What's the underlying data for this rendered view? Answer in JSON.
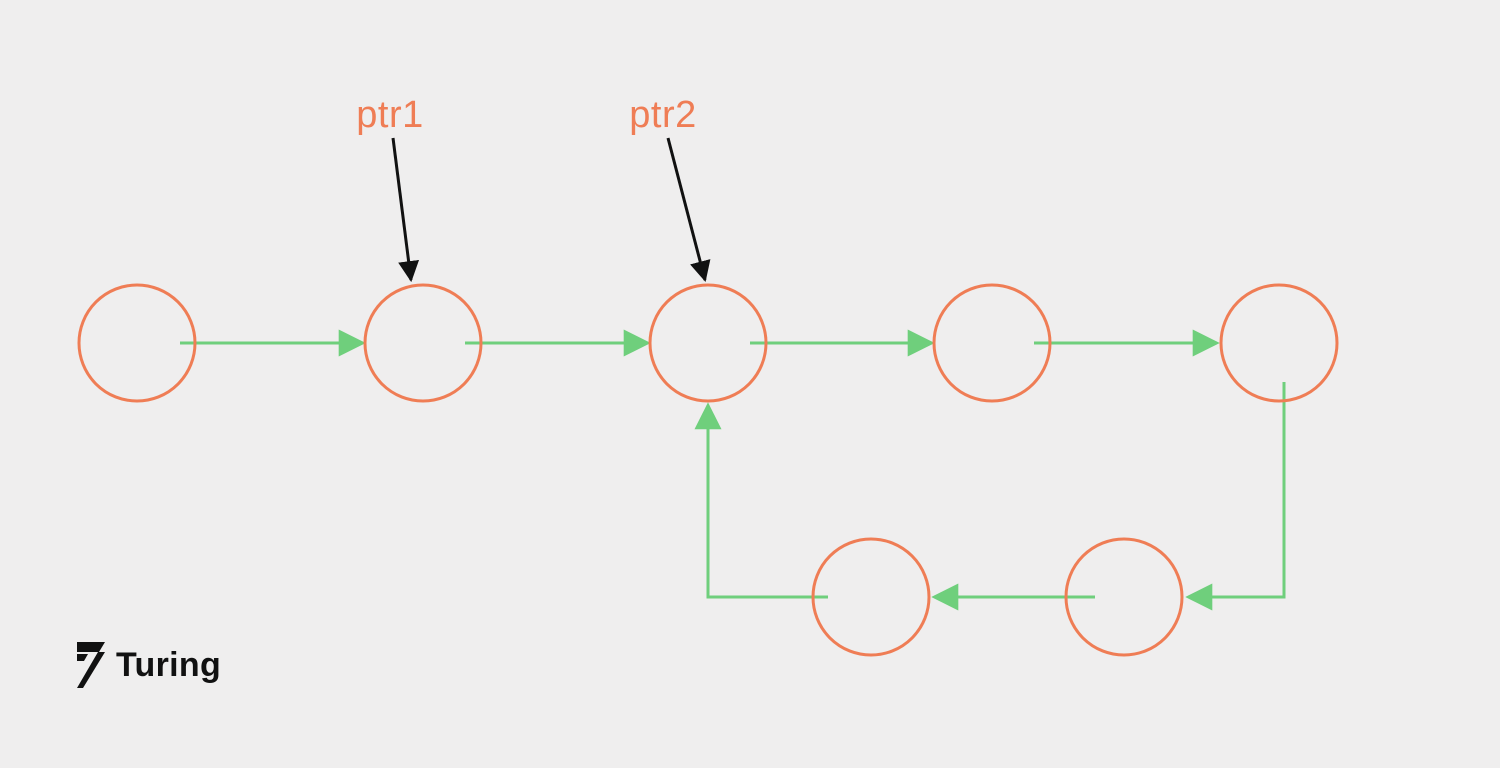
{
  "colors": {
    "background": "#efeeee",
    "node_stroke": "#ef7d55",
    "edge": "#6fcf7c",
    "pointer_arrow": "#111111",
    "pointer_label": "#ef7d55"
  },
  "pointers": [
    {
      "label": "ptr1",
      "target": "node-2"
    },
    {
      "label": "ptr2",
      "target": "node-3"
    }
  ],
  "nodes": [
    "node-1",
    "node-2",
    "node-3",
    "node-4",
    "node-5",
    "node-6",
    "node-7"
  ],
  "edges": [
    {
      "from": "node-1",
      "to": "node-2"
    },
    {
      "from": "node-2",
      "to": "node-3"
    },
    {
      "from": "node-3",
      "to": "node-4"
    },
    {
      "from": "node-4",
      "to": "node-5"
    },
    {
      "from": "node-5",
      "to": "node-6"
    },
    {
      "from": "node-6",
      "to": "node-7"
    },
    {
      "from": "node-7",
      "to": "node-3"
    }
  ],
  "logo": {
    "text": "Turing",
    "icon": "turing-seven-icon"
  }
}
